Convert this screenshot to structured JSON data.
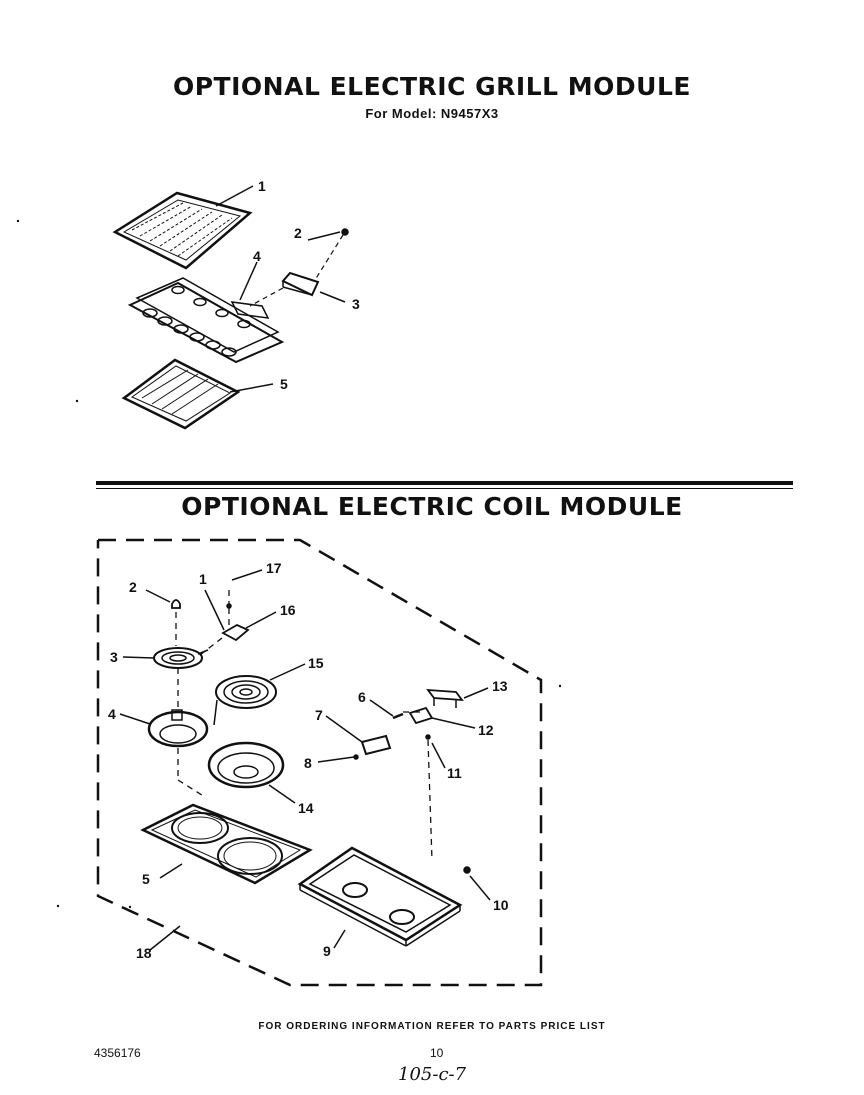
{
  "grill": {
    "title": "OPTIONAL ELECTRIC GRILL MODULE",
    "model": "For Model: N9457X3",
    "callouts": [
      "1",
      "2",
      "3",
      "4",
      "5"
    ]
  },
  "coil": {
    "title": "OPTIONAL ELECTRIC COIL MODULE",
    "callouts": [
      "1",
      "2",
      "3",
      "4",
      "5",
      "6",
      "7",
      "8",
      "9",
      "10",
      "11",
      "12",
      "13",
      "14",
      "15",
      "16",
      "17",
      "18"
    ]
  },
  "footer": {
    "order_note": "FOR ORDERING INFORMATION REFER TO PARTS PRICE LIST",
    "doc_number": "4356176",
    "page_number": "10",
    "handwritten": "105-c-7"
  },
  "colors": {
    "ink": "#111111",
    "paper": "#ffffff"
  }
}
